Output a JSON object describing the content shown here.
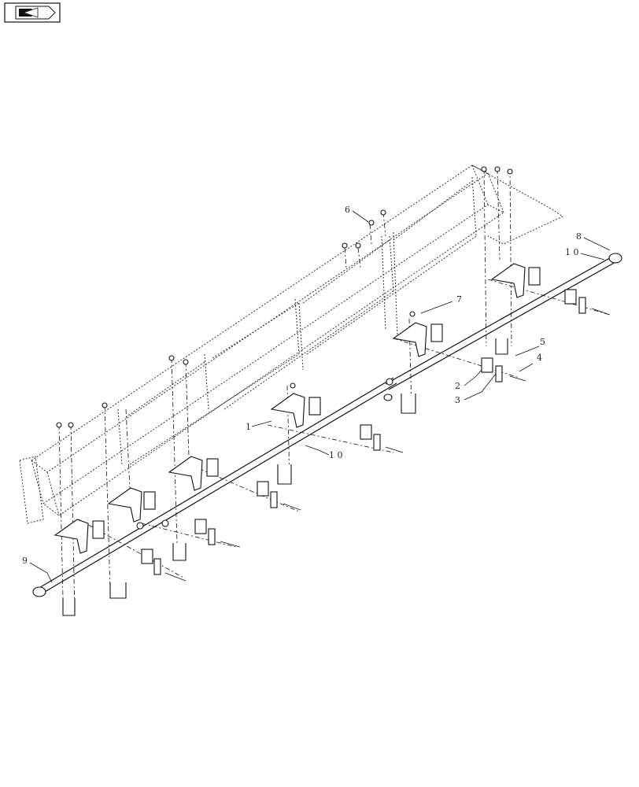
{
  "header": {
    "nav_icon": "page-arrow-icon"
  },
  "callouts": [
    {
      "id": "c1",
      "text": "1"
    },
    {
      "id": "c2",
      "text": "2"
    },
    {
      "id": "c3",
      "text": "3"
    },
    {
      "id": "c4",
      "text": "4"
    },
    {
      "id": "c5",
      "text": "5"
    },
    {
      "id": "c6",
      "text": "6"
    },
    {
      "id": "c7",
      "text": "7"
    },
    {
      "id": "c8",
      "text": "8"
    },
    {
      "id": "c9",
      "text": "9"
    },
    {
      "id": "c10a",
      "text": "1 0"
    },
    {
      "id": "c10b",
      "text": "1 0"
    }
  ]
}
